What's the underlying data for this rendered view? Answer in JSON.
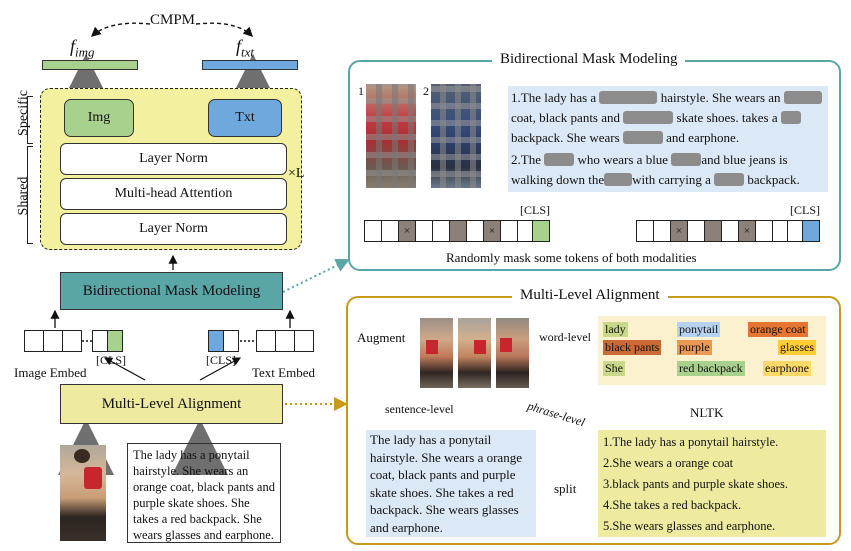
{
  "top": {
    "cmpm": "CMPM",
    "f_img": "f",
    "f_img_sub": "img",
    "f_txt": "f",
    "f_txt_sub": "txt"
  },
  "encoder": {
    "specific_label": "Specific",
    "shared_label": "Shared",
    "img_label": "Img",
    "txt_label": "Txt",
    "layer_norm_top": "Layer Norm",
    "attention": "Multi-head Attention",
    "layer_norm_bottom": "Layer Norm",
    "repeat": "×L"
  },
  "left": {
    "bmm_box": "Bidirectional Mask Modeling",
    "cls_img": "[CLS]",
    "cls_txt": "[CLS]",
    "image_embed": "Image Embed",
    "text_embed": "Text Embed",
    "mla_box": "Multi-Level Alignment",
    "caption": "The lady has a ponytail hairstyle. She wears an orange coat, black pants and purple skate shoes. She takes a red backpack. She wears glasses and earphone."
  },
  "bmm_panel": {
    "title": "Bidirectional Mask Modeling",
    "img1_num": "1",
    "img2_num": "2",
    "s1_a": "1.The lady has a",
    "s1_b": "hairstyle. She wears an",
    "s1_c": "coat, black pants and",
    "s1_d": "skate shoes.",
    "s1_e": "takes a",
    "s1_f": "backpack. She wears",
    "s1_g": "and earphone.",
    "s2_a": "2.The",
    "s2_b": "who wears a blue",
    "s2_c": "and blue jeans is",
    "s2_d": "walking down the",
    "s2_e": "with carrying a",
    "s2_f": "backpack.",
    "cls_left": "[CLS]",
    "cls_right": "[CLS]",
    "mask_symbol": "×",
    "caption": "Randomly mask some tokens of both modalities"
  },
  "mla_panel": {
    "title": "Multi-Level Alignment",
    "augment": "Augment",
    "word_level": "word-level",
    "phrase_level": "phrase-level",
    "sentence_level": "sentence-level",
    "nltk": "NLTK",
    "split": "split",
    "words": {
      "lady": "lady",
      "ponytail": "ponytail",
      "orange_coat": "orange coat",
      "black_pants": "black pants",
      "purple": "purple",
      "glasses": "glasses",
      "she": "She",
      "red_backpack": "red backpack",
      "earphone": "earphone"
    },
    "sentence_text": "The lady has a ponytail hairstyle. She wears a orange coat, black pants and purple skate shoes. She takes a red backpack. She wears glasses and earphone.",
    "phrases": [
      "1.The lady has a ponytail hairstyle.",
      "2.She wears a orange coat",
      "3.black pants and purple skate shoes.",
      "4.She takes a red backpack.",
      "5.She wears glasses and earphone."
    ]
  },
  "colors": {
    "green": "#a9d18e",
    "blue": "#6fa8dc",
    "yellow": "#f3f0a0",
    "teal": "#5aa6a6",
    "gold": "#b8860b",
    "panel_yellow": "#eeeaa0",
    "light_blue": "#dbe8f6"
  }
}
